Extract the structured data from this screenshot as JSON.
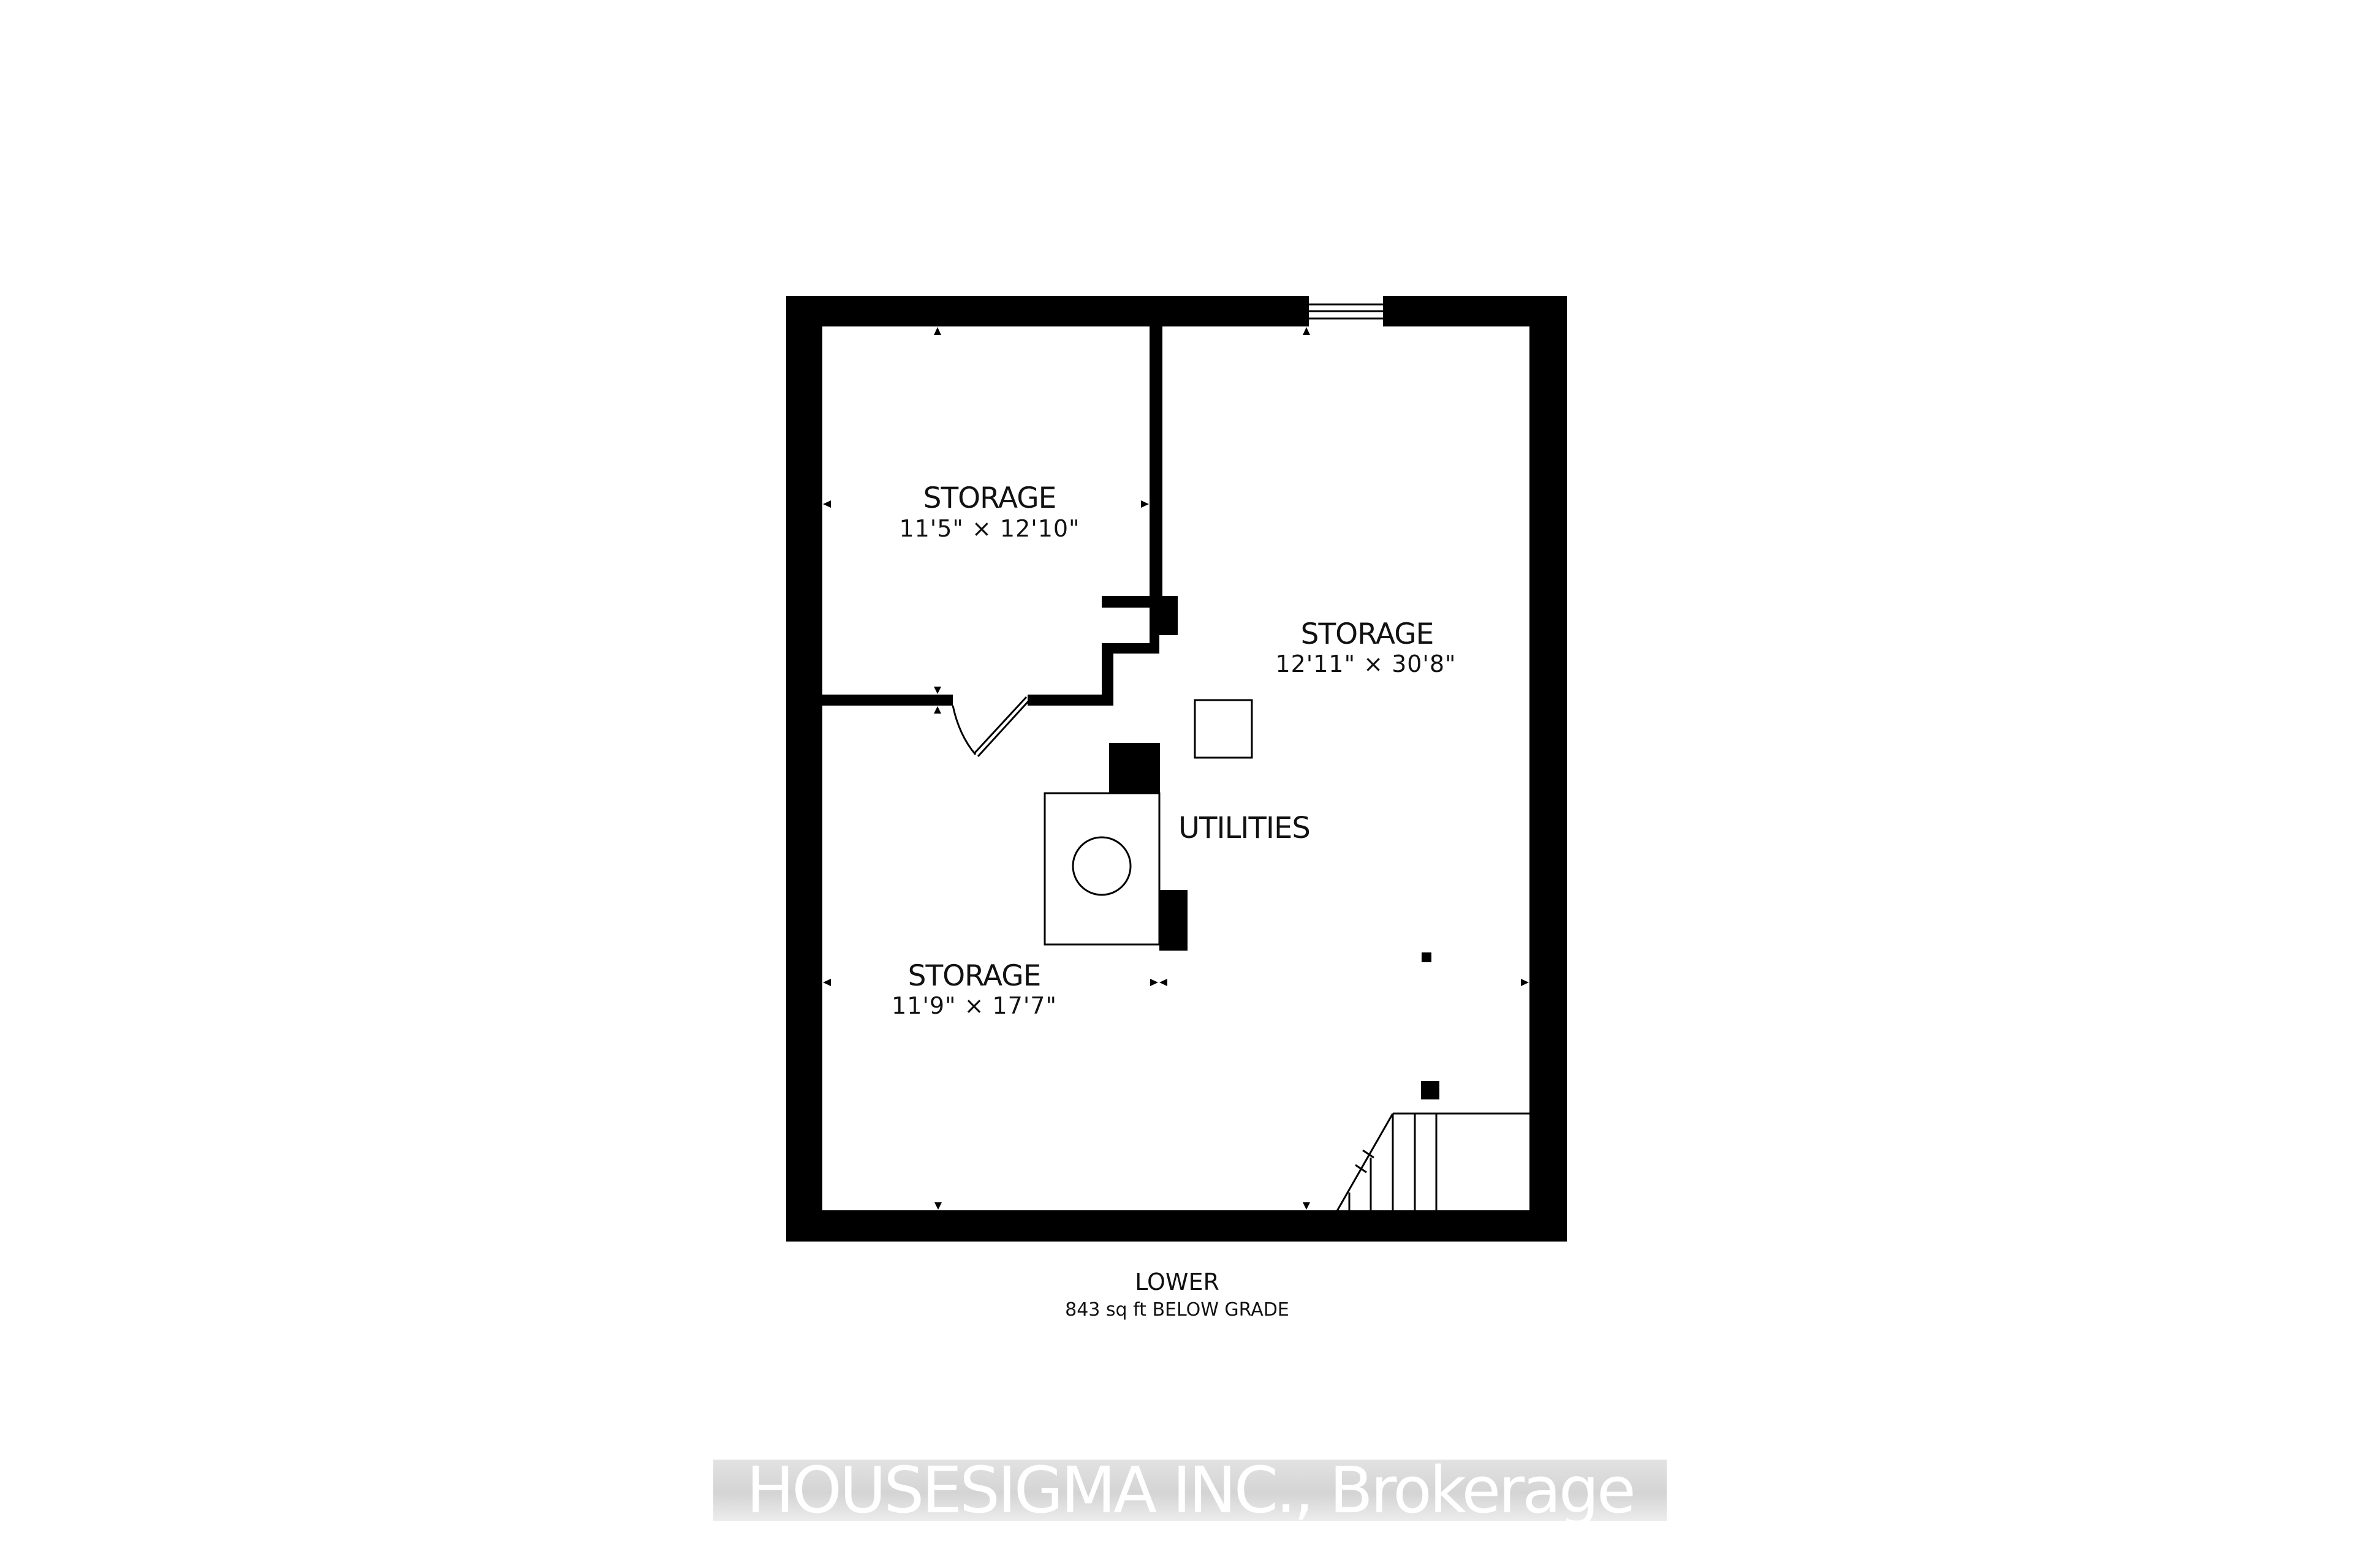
{
  "rooms": [
    {
      "name": "STORAGE",
      "dimensions": "11'5\" × 12'10\""
    },
    {
      "name": "STORAGE",
      "dimensions": "12'11\" × 30'8\""
    },
    {
      "name": "STORAGE",
      "dimensions": "11'9\" × 17'7\""
    }
  ],
  "utilities_label": "UTILITIES",
  "floor": {
    "name": "LOWER",
    "area": "843 sq ft BELOW GRADE"
  },
  "watermark": "HOUSESIGMA INC., Brokerage",
  "colors": {
    "wall": "#000000",
    "background": "#ffffff",
    "watermark_band": "#d8d8d8",
    "watermark_text": "#ffffff"
  }
}
